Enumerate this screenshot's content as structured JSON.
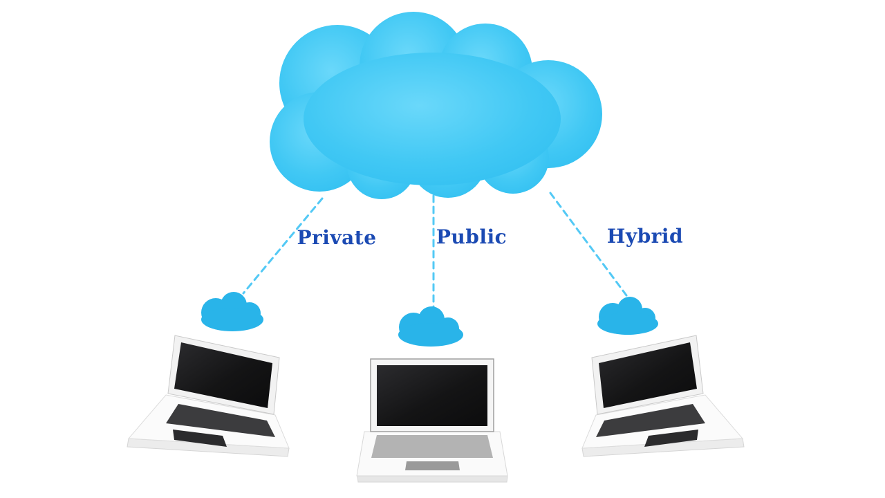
{
  "diagram": {
    "type": "cloud-deployment-models",
    "main_cloud": {
      "icon": "cloud-icon"
    },
    "connections": [
      {
        "id": "private",
        "label": "Private",
        "client_icon": "laptop-icon",
        "client_cloud_icon": "small-cloud-icon"
      },
      {
        "id": "public",
        "label": "Public",
        "client_icon": "laptop-icon",
        "client_cloud_icon": "small-cloud-icon"
      },
      {
        "id": "hybrid",
        "label": "Hybrid",
        "client_icon": "laptop-icon",
        "client_cloud_icon": "small-cloud-icon"
      }
    ],
    "colors": {
      "background": "#ffffff",
      "main_cloud": "#3ec7f4",
      "small_cloud": "#29b4e9",
      "dashed_line": "#53c9f5",
      "label_text": "#1b4ab3",
      "laptop_screen": "#161617",
      "laptop_body": "#f7f7f7",
      "keyboard_dark": "#3c3c3e",
      "keyboard_light": "#b3b3b3"
    }
  }
}
